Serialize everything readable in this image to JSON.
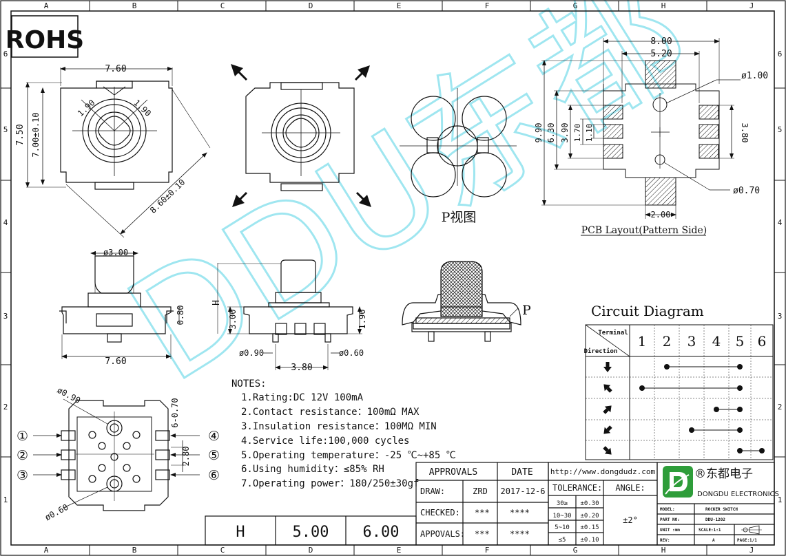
{
  "sheet": {
    "col_letters": [
      "A",
      "B",
      "C",
      "D",
      "E",
      "F",
      "G",
      "H",
      "J"
    ],
    "row_numbers": [
      "6",
      "5",
      "4",
      "3",
      "2",
      "1"
    ],
    "rohs": "ROHS",
    "watermark": "DDU东都"
  },
  "top_view": {
    "width": "7.60",
    "height": "7.50",
    "inner_height": "7.00±0.10",
    "diagonal": "8.60±0.10",
    "offset_left": "1.90",
    "offset_right": "1.90"
  },
  "p_view": {
    "title": "P视图"
  },
  "pcb": {
    "title": "PCB Layout(Pattern Side)",
    "w_outer": "8.00",
    "w_inner": "5.20",
    "h_outer": "9.90",
    "h_mid": "6.30",
    "h_inner": "3.90",
    "h_pitch1": "1.70",
    "h_pitch2": "1.10",
    "h_right": "3.80",
    "pad_width": "2.00",
    "hole_large": "ø1.00",
    "hole_small": "ø0.70"
  },
  "side_views": {
    "stem_dia": "ø3.00",
    "base_h": "0.80",
    "width": "7.60",
    "height": "3.00",
    "stem_label": "H",
    "base_h2": "1.90",
    "pin_dia_left": "ø0.90",
    "pin_dia_right": "ø0.60",
    "pin_pitch": "3.80",
    "section_label": "P"
  },
  "bottom_view": {
    "dia_top": "ø0.90",
    "dia_bottom": "ø0.60",
    "dim_right": "6-0.70",
    "dim_pitch": "2.80",
    "terminals": [
      "①",
      "②",
      "③",
      "④",
      "⑤",
      "⑥"
    ]
  },
  "notes": {
    "title": "NOTES:",
    "items": [
      "1.Rating:DC 12V 100mA",
      "2.Contact resistance：100mΩ MAX",
      "3.Insulation resistance：100MΩ MIN",
      "4.Service life:100,000 cycles",
      "5.Operating temperature：-25 ℃~+85 ℃",
      "6.Using humidity：≤85% RH",
      "7.Operating power：180/250±30gf"
    ]
  },
  "circuit": {
    "title": "Circuit Diagram",
    "header_terminal": "Terminal",
    "header_direction": "Direction",
    "terminals": [
      "1",
      "2",
      "3",
      "4",
      "5",
      "6"
    ],
    "rows": [
      {
        "direction": "down",
        "connect": [
          2,
          5
        ]
      },
      {
        "direction": "up-left",
        "connect": [
          1,
          5
        ]
      },
      {
        "direction": "up-right",
        "connect": [
          4,
          5
        ]
      },
      {
        "direction": "down-left",
        "connect": [
          3,
          5
        ]
      },
      {
        "direction": "down-right",
        "connect": [
          5,
          6
        ]
      }
    ]
  },
  "title_block": {
    "h_label": "H",
    "h_val1": "5.00",
    "h_val2": "6.00",
    "approvals": "APPROVALS",
    "date": "DATE",
    "draw_label": "DRAW:",
    "draw_name": "ZRD",
    "draw_date": "2017-12-6",
    "checked_label": "CHECKED:",
    "checked_name": "***",
    "checked_date": "****",
    "approvals_label": "APPOVALS:",
    "approvals_name": "***",
    "approvals_date": "****",
    "website": "http://www.dongdudz.com",
    "tolerance": "TOLERANCE:",
    "angle": "ANGLE:",
    "angle_val": "±2°",
    "tol_rows": [
      [
        "30≥",
        "±0.30"
      ],
      [
        "10~30",
        "±0.20"
      ],
      [
        "5~10",
        "±0.15"
      ],
      [
        "≤5",
        "±0.10"
      ]
    ],
    "company_cn": "®东都电子",
    "company_en": "DONGDU ELECTRONICS",
    "model_label": "MODEL:",
    "model_val": "ROCKER SWITCH",
    "part_label": "PART NO:",
    "part_val": "DDU-1202",
    "unit_label": "UNIT :mm",
    "scale_label": "SCALE:1:1",
    "rev_label": "REV:",
    "rev_val": "A",
    "page_label": "PAGE:1/1",
    "accent": "#2e9d3a",
    "watermark_color": "#9fe6f0"
  }
}
